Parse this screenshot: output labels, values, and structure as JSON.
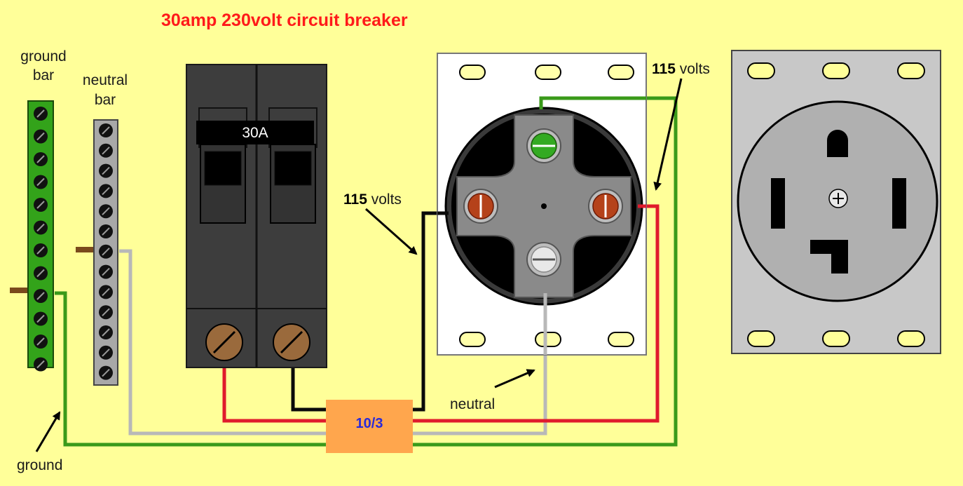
{
  "title": "30amp 230volt circuit breaker",
  "labels": {
    "ground_bar_line1": "ground",
    "ground_bar_line2": "bar",
    "neutral_bar_line1": "neutral",
    "neutral_bar_line2": "bar",
    "breaker_rating": "30A",
    "volts_left_number": "115",
    "volts_left_unit": " volts",
    "volts_right_number": "115",
    "volts_right_unit": " volts",
    "neutral": "neutral",
    "ground": "ground",
    "cable": "10/3"
  },
  "colors": {
    "background": "#ffff99",
    "title": "#ff1a1a",
    "ground_wire": "#3a9a1a",
    "neutral_wire": "#b8b8b8",
    "hot_red_wire": "#e01b2c",
    "hot_black_wire": "#0a0a0a",
    "cable_box": "#ffa64d",
    "cable_text": "#2a2ad8",
    "breaker": "#3d3d3d",
    "terminal_brass": "#9a6a3c",
    "ground_bar": "#33a31a",
    "neutral_bar": "#a8a8a8",
    "plate": "#ffffff",
    "receptacle_plate": "#c8c8c8"
  },
  "icons": {
    "breaker": "double-pole-breaker-icon",
    "receptacle_back": "receptacle-terminal-block-icon",
    "receptacle_front": "nema-14-30-outlet-icon"
  }
}
